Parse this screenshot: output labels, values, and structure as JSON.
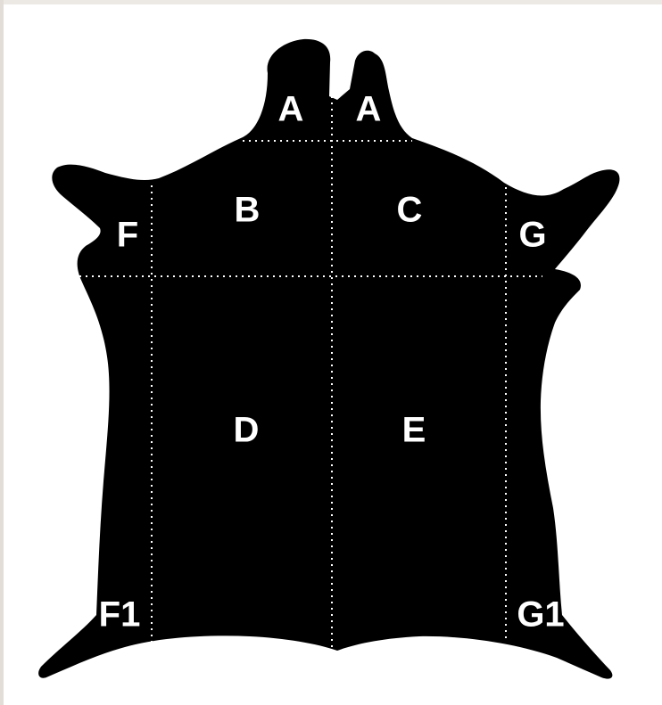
{
  "diagram": {
    "hide_color": "#000000",
    "label_color": "#ffffff",
    "regions": [
      {
        "id": "A-left",
        "label": "A"
      },
      {
        "id": "A-right",
        "label": "A"
      },
      {
        "id": "B",
        "label": "B"
      },
      {
        "id": "C",
        "label": "C"
      },
      {
        "id": "F",
        "label": "F"
      },
      {
        "id": "G",
        "label": "G"
      },
      {
        "id": "D",
        "label": "D"
      },
      {
        "id": "E",
        "label": "E"
      },
      {
        "id": "F1",
        "label": "F1"
      },
      {
        "id": "G1",
        "label": "G1"
      }
    ]
  }
}
